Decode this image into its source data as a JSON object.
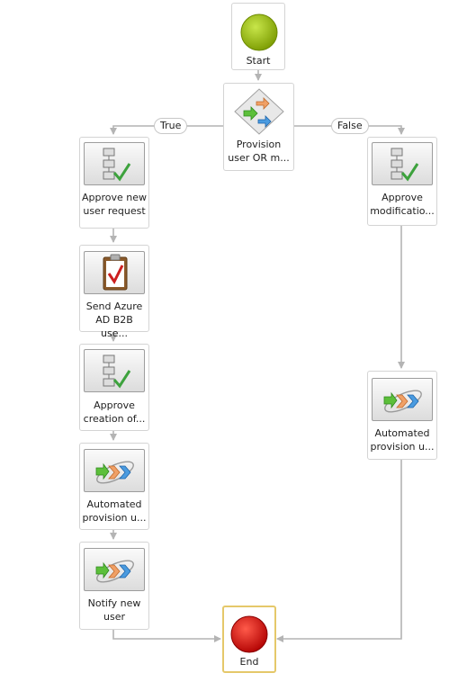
{
  "diagram": {
    "nodes": {
      "start": {
        "label": "Start",
        "icon": "green-start-circle-icon"
      },
      "provision_decision": {
        "label": "Provision\nuser OR m...",
        "icon": "decision-diamond-icon"
      },
      "approve_new_user": {
        "label": "Approve new\nuser request",
        "icon": "approval-checklist-icon"
      },
      "send_azure": {
        "label": "Send Azure\nAD B2B use...",
        "icon": "clipboard-check-icon"
      },
      "approve_creation": {
        "label": "Approve\ncreation of...",
        "icon": "approval-checklist-icon"
      },
      "automated_provision_left": {
        "label": "Automated\nprovision u...",
        "icon": "automation-arrows-icon"
      },
      "notify_new_user": {
        "label": "Notify new\nuser",
        "icon": "automation-arrows-icon"
      },
      "approve_modification": {
        "label": "Approve\nmodificatio...",
        "icon": "approval-checklist-icon"
      },
      "automated_provision_right": {
        "label": "Automated\nprovision u...",
        "icon": "automation-arrows-icon"
      },
      "end": {
        "label": "End",
        "icon": "red-end-circle-icon"
      }
    },
    "branches": {
      "true_label": "True",
      "false_label": "False"
    },
    "colors": {
      "connector": "#b4b4b4",
      "end_border": "#e5c86a",
      "start_green": "#8db000",
      "end_red": "#d90000"
    }
  }
}
